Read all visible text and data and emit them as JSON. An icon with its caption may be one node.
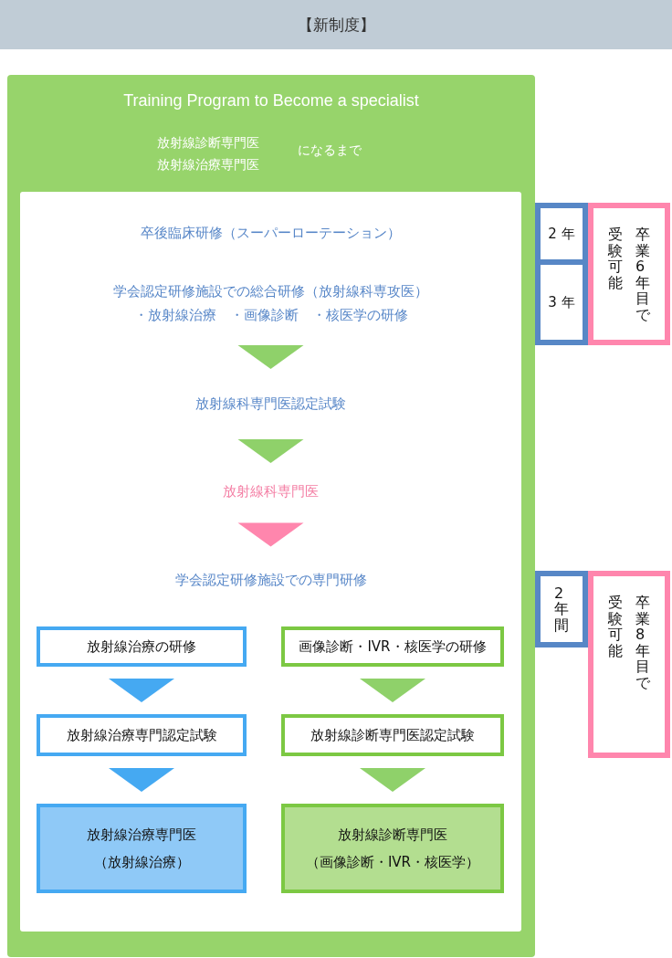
{
  "diagram": {
    "title": "【新制度】",
    "nodes": [
      {
        "text": [
          "Training Program to Become a specialist",
          "放射線診断専門医",
          "放射線治療専門医",
          "になるまで"
        ]
      },
      {
        "text": [],
        "shape": "box",
        "in": 0
      },
      {
        "text": [
          "卒後臨床研修（スーパーローテーション）"
        ],
        "in": 1
      },
      {
        "text": [
          "学会認定研修施設での総合研修（放射線科専攻医）",
          "・放射線治療　・画像診断　・核医学の研修"
        ],
        "in": 1
      },
      {
        "text": [
          "放射線科専門医認定試験"
        ],
        "in": 1
      },
      {
        "text": [
          "放射線科専門医"
        ],
        "in": 1
      },
      {
        "text": [
          "学会認定研修施設での専門研修"
        ],
        "in": 1
      },
      {
        "text": [
          "放射線治療の研修"
        ],
        "in": 1
      },
      {
        "text": [
          "画像診断・IVR・核医学の研修"
        ],
        "in": 1
      },
      {
        "text": [
          "放射線治療専門認定試験"
        ],
        "in": 1
      },
      {
        "text": [
          "放射線診断専門医認定試験"
        ],
        "in": 1
      },
      {
        "text": [
          "放射線治療専門医",
          "（放射線治療）"
        ],
        "in": 1
      },
      {
        "text": [
          "放射線診断専門医",
          "（画像診断・IVR・核医学）"
        ],
        "in": 1
      },
      {
        "text": [
          "2 年"
        ]
      },
      {
        "text": [
          "3 年"
        ]
      },
      {
        "text": [
          "受験可能",
          "卒業6年目で"
        ]
      },
      {
        "text": [
          "2年間"
        ]
      },
      {
        "text": [
          "受験可能",
          "卒業8年目で"
        ]
      }
    ],
    "edges": [
      {
        "from": 3,
        "to": 4,
        "arrow": "to"
      },
      {
        "from": 4,
        "to": 5,
        "arrow": "to"
      },
      {
        "from": 5,
        "to": 6,
        "arrow": "to",
        "color": "#ff86ad"
      },
      {
        "from": 7,
        "to": 9,
        "arrow": "to",
        "color": "#45a9f2"
      },
      {
        "from": 8,
        "to": 10,
        "arrow": "to"
      },
      {
        "from": 9,
        "to": 11,
        "arrow": "to",
        "color": "#45a9f2"
      },
      {
        "from": 10,
        "to": 12,
        "arrow": "to"
      }
    ]
  }
}
